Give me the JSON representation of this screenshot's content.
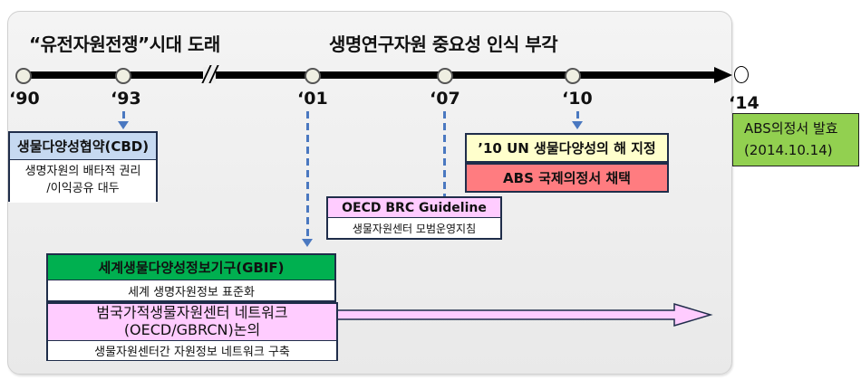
{
  "eras": {
    "left": "“유전자원전쟁”시대 도래",
    "right": "생명연구자원 중요성 인식 부각"
  },
  "timeline": {
    "years": [
      "‘90",
      "‘93",
      "‘01",
      "‘07",
      "‘10",
      "‘14"
    ]
  },
  "events": {
    "cbd": {
      "title": "생물다양성협약(CBD)",
      "desc_line1": "생명자원의 배타적 권리",
      "desc_line2": "/이익공유 대두"
    },
    "gbif": {
      "title": "세계생물다양성정보기구(GBIF)",
      "desc": "세계 생명자원정보 표준화"
    },
    "gbrcn": {
      "title_line1": "범국가적생물자원센터 네트워크",
      "title_line2": "(OECD/GBRCN)논의",
      "desc": "생물자원센터간 자원정보 네트워크 구축"
    },
    "oecd": {
      "title": "OECD BRC Guideline",
      "desc": "생물자원센터 모범운영지침"
    },
    "un": {
      "title": "’10 UN 생물다양성의 해 지정"
    },
    "abs_adopt": {
      "title": "ABS 국제의정서 채택"
    },
    "abs_effect": {
      "line1": "ABS의정서 발효",
      "line2": "(2014.10.14)"
    }
  },
  "colors": {
    "cbd_header": "#c6d9f1",
    "gbif_header": "#00b050",
    "gbrcn": "#ffccff",
    "oecd_header": "#ffccff",
    "un": "#ffffcc",
    "abs_adopt": "#ff7c80",
    "abs_effect": "#92d050",
    "connector": "#4a78c0",
    "border": "#1f2d4a"
  }
}
